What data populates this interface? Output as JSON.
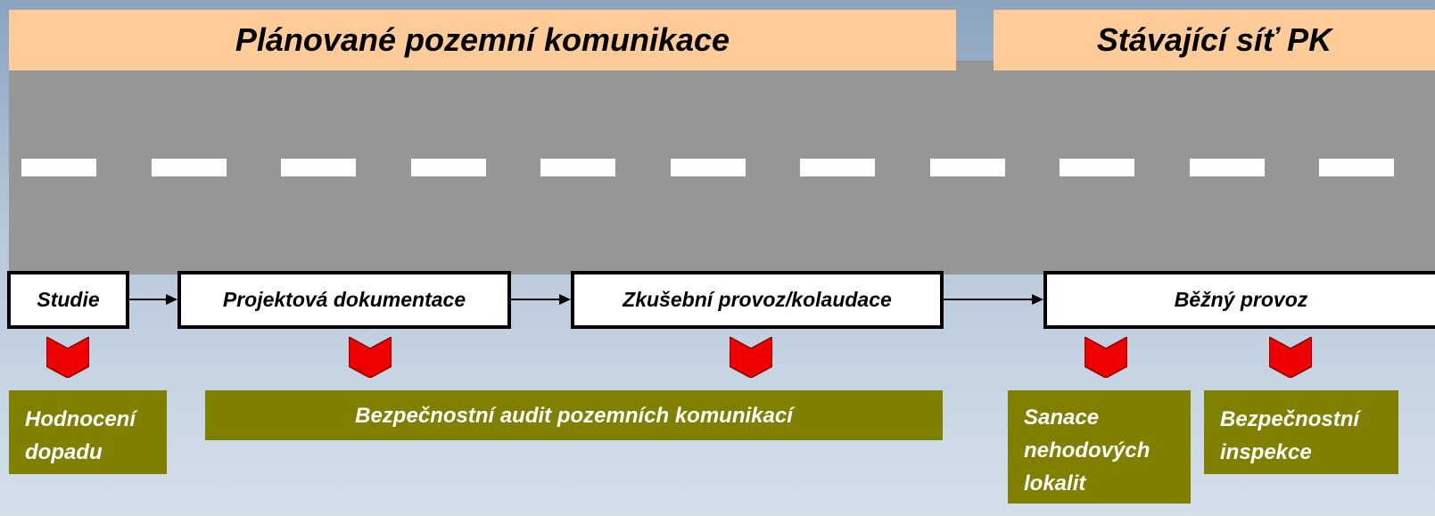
{
  "banners": {
    "planned": "Plánované pozemní komunikace",
    "existing": "Stávající síť PK"
  },
  "stages": [
    "Studie",
    "Projektová dokumentace",
    "Zkušební provoz/kolaudace",
    "Běžný provoz"
  ],
  "activities": {
    "impact": [
      "Hodnocení",
      "dopadu"
    ],
    "audit": "Bezpečnostní audit pozemních komunikací",
    "sanation": [
      "Sanace",
      "nehodových",
      "lokalit"
    ],
    "inspection": [
      "Bezpečnostní",
      "inspekce"
    ]
  },
  "colors": {
    "banner": "#ffcc99",
    "road": "#969696",
    "lane_marking": "#ffffff",
    "activity_box": "#808000",
    "chevron": "#ee0000"
  }
}
